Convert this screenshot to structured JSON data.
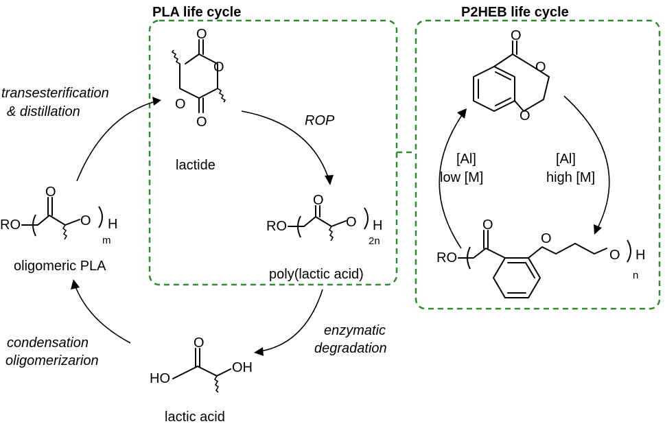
{
  "titles": {
    "pla_cycle": "PLA life cycle",
    "p2heb_cycle": "P2HEB life cycle"
  },
  "compounds": {
    "lactide": "lactide",
    "polylactic_acid": "poly(lactic acid)",
    "oligomeric_pla": "oligomeric PLA",
    "lactic_acid": "lactic acid"
  },
  "steps": {
    "transesterification": "transesterification",
    "distillation": "& distillation",
    "rop": "ROP",
    "enzymatic": "enzymatic",
    "degradation": "degradation",
    "condensation": "condensation",
    "oligomerization": "oligomerizarion",
    "al_left": "[Al]",
    "low_m": "low [M]",
    "al_right": "[Al]",
    "high_m": "high [M]"
  },
  "atoms": {
    "o": "O",
    "ro": "RO",
    "h": "H",
    "ho": "HO",
    "oh": "OH",
    "m": "m",
    "two_n": "2n",
    "n": "n"
  },
  "colors": {
    "box_border": "#2e8b2e",
    "ink": "#000000"
  }
}
